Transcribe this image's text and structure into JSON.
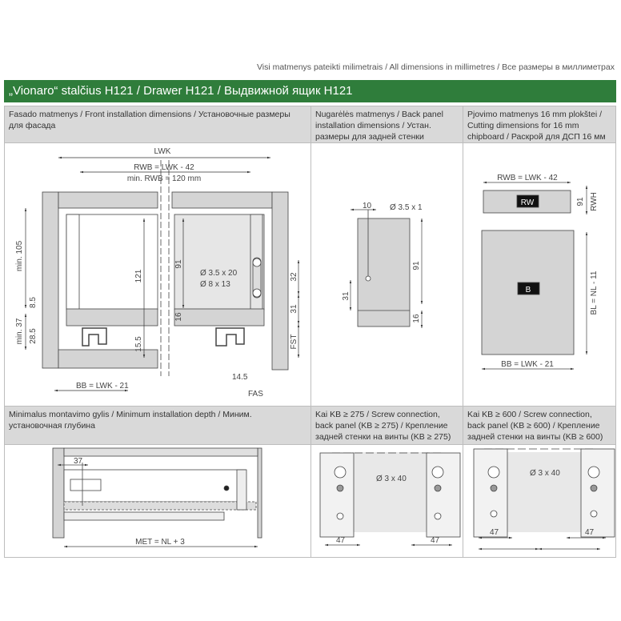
{
  "note": "Visi matmenys pateikti milimetrais / All dimensions in millimetres / Все размеры в миллиметрах",
  "title": "„Vionaro“ stalčius H121 / Drawer H121 / Выдвижной ящик H121",
  "sections": {
    "front": {
      "header": "Fasado matmenys / Front installation dimensions / Установочные размеры для фасада",
      "labels": {
        "lwk": "LWK",
        "rwb": "RWB = LWK - 42",
        "min_rwb": "min. RWB = 120 mm",
        "min105": "min. 105",
        "d85": "8.5",
        "min37": "min. 37",
        "d285": "28.5",
        "d121": "121",
        "d155": "15.5",
        "d91": "91",
        "d16": "16",
        "screw1": "Ø 3.5 x 20",
        "dowel": "Ø 8 x 13",
        "d32": "32",
        "d31": "31",
        "fst": "FST",
        "d145": "14.5",
        "fas": "FAS",
        "bb": "BB = LWK - 21"
      }
    },
    "back": {
      "header": "Nugarėlės matmenys / Back panel installation dimensions / Устан. размеры для задней стенки",
      "labels": {
        "d10": "10",
        "screw": "Ø 3.5 x 1",
        "d91": "91",
        "d31": "31",
        "d16": "16"
      }
    },
    "cutting": {
      "header": "Pjovimo matmenys 16 mm plokštei / Cutting dimensions for 16 mm chipboard / Раскрой для ДСП 16 мм",
      "labels": {
        "rwb": "RWB = LWK - 42",
        "rw": "RW",
        "d91": "91",
        "rwh": "RWH",
        "b": "B",
        "bl": "BL = NL - 11",
        "bb": "BB = LWK - 21"
      }
    },
    "depth": {
      "header": "Minimalus montavimo gylis / Minimum installation depth / Миним. установочная глубина",
      "labels": {
        "d37": "37",
        "met": "MET = NL + 3"
      }
    },
    "screw275": {
      "header": "Kai KB ≥ 275 / Screw connection, back panel (KB ≥ 275) / Крепление задней стенки на винты (KB ≥ 275)",
      "labels": {
        "screw": "Ø 3 x 40",
        "left": "47",
        "right": "47"
      }
    },
    "screw600": {
      "header": "Kai KB ≥ 600 / Screw connection, back panel (KB ≥ 600) / Крепление задней стенки на винты (KB ≥ 600)",
      "labels": {
        "screw": "Ø 3 x 40",
        "left": "47",
        "right": "47"
      }
    }
  }
}
